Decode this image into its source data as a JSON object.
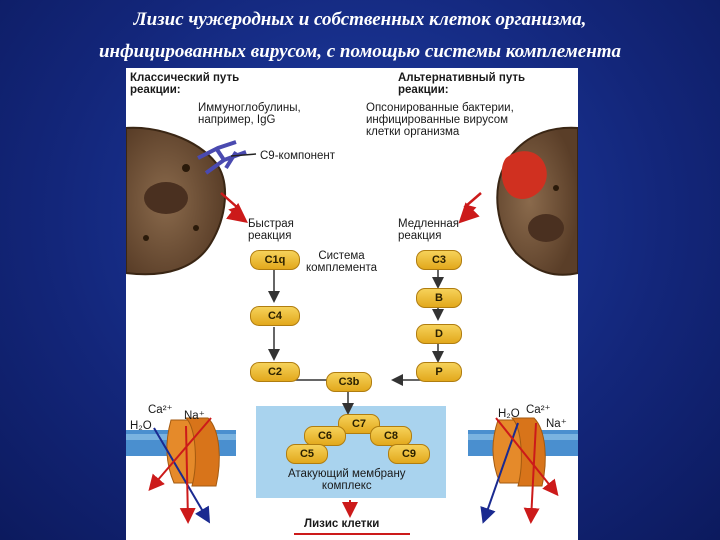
{
  "title": {
    "line1": "Лизис чужеродных и собственных клеток организма,",
    "line2": "инфицированных вирусом, с помощью системы комплемента"
  },
  "left": {
    "pathway": "Классический путь\nреакции:",
    "trigger": "Иммуноглобулины,\nнапример, IgG",
    "component_label": "С9-компонент",
    "speed": "Быстрая\nреакция"
  },
  "right": {
    "pathway": "Альтернативный путь\nреакции:",
    "trigger": "Опсонированные бактерии,\nинфицированные вирусом\nклетки организма",
    "speed": "Медленная\nреакция"
  },
  "center": {
    "system": "Система\nкомплемента"
  },
  "nodes": {
    "c1q": "C1q",
    "c4": "C4",
    "c2": "C2",
    "c3": "C3",
    "b": "B",
    "d": "D",
    "p": "P",
    "c3b": "C3b",
    "c7": "C7",
    "c6": "C6",
    "c8": "C8",
    "c5": "C5",
    "c9": "C9"
  },
  "complex": {
    "label": "Атакующий мембрану\nкомплекс"
  },
  "ions_left": {
    "ca": "Ca²⁺",
    "na": "Na⁺",
    "h2o": "H₂O"
  },
  "ions_right": {
    "h2o": "H₂O",
    "ca": "Ca²⁺",
    "na": "Na⁺"
  },
  "result": "Лизис клетки",
  "colors": {
    "background": "#13267a",
    "pill": "#f0c030",
    "cell": "#7a5a3c",
    "infected": "#d03020",
    "complex_bg": "#a9d3ee",
    "membrane": "#4a8fcf",
    "arrow_red": "#cc1a1a",
    "arrow_blue": "#1a3cb0"
  }
}
